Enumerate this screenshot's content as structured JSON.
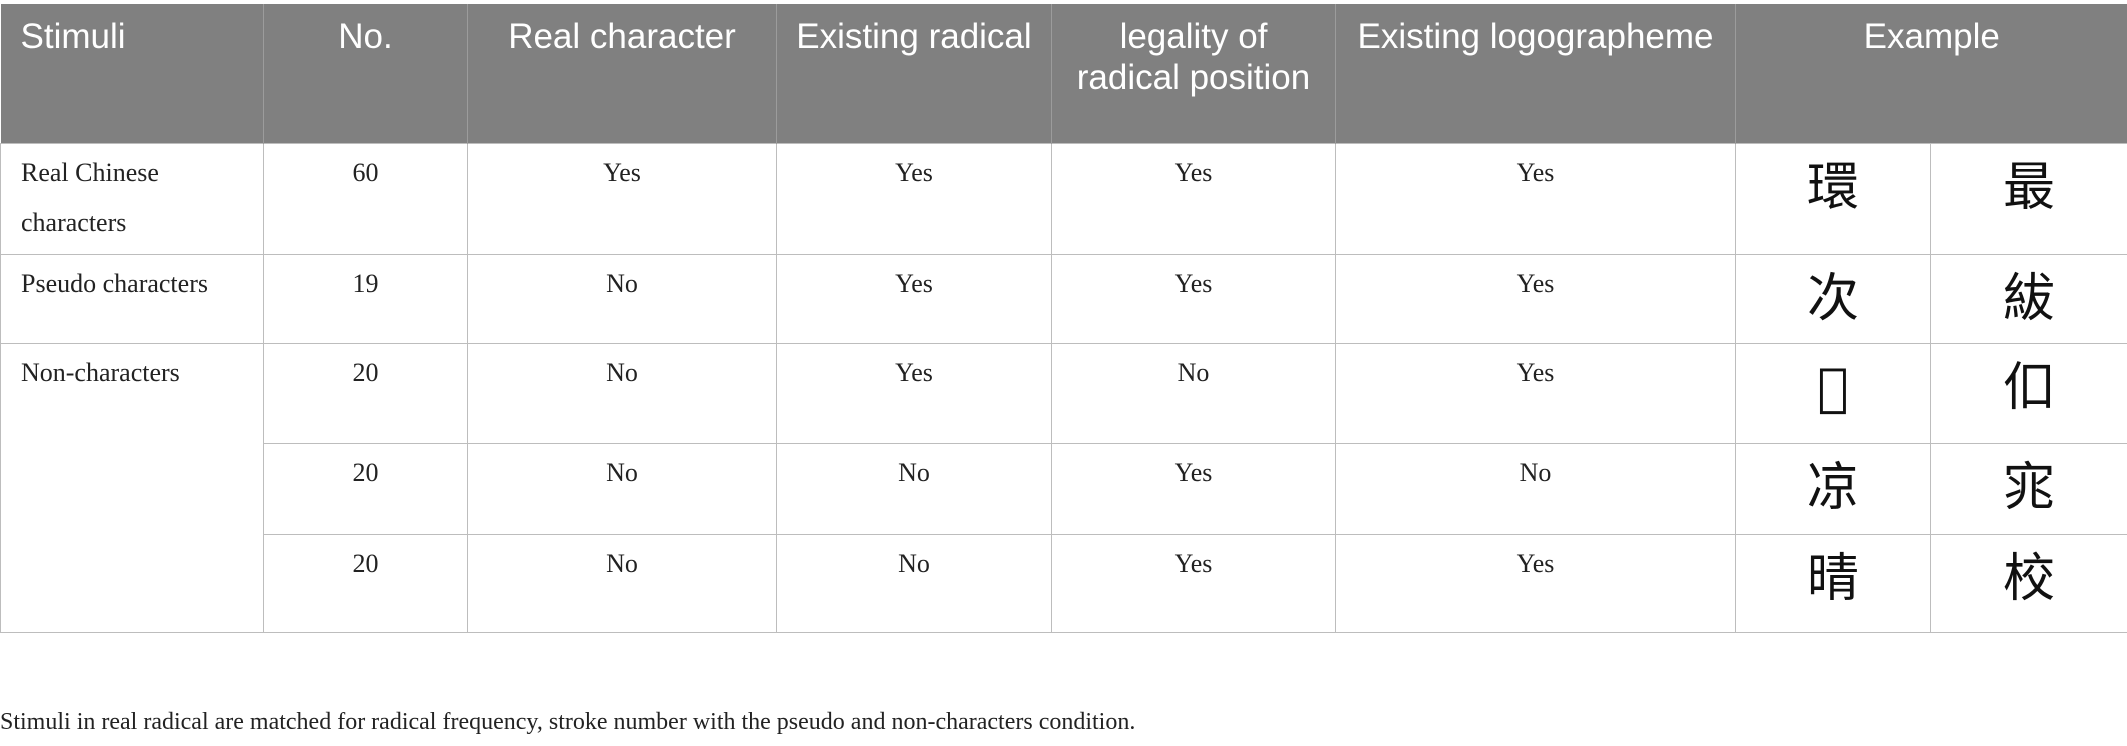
{
  "table": {
    "headers": {
      "stimuli": "Stimuli",
      "no": "No.",
      "real_character": "Real character",
      "existing_radical": "Existing radical",
      "legality": "legality of radical position",
      "existing_logographeme": "Existing logographeme",
      "example": "Example"
    },
    "rows": [
      {
        "stimuli": "Real Chinese characters",
        "no": "60",
        "real_character": "Yes",
        "existing_radical": "Yes",
        "legality": "Yes",
        "existing_logographeme": "Yes",
        "example_1": "環",
        "example_2": "最"
      },
      {
        "stimuli": "Pseudo characters",
        "no": "19",
        "real_character": "No",
        "existing_radical": "Yes",
        "legality": "Yes",
        "existing_logographeme": "Yes",
        "example_1": "次",
        "example_2": "紱"
      },
      {
        "stimuli": "Non-characters",
        "no": "20",
        "real_character": "No",
        "existing_radical": "Yes",
        "legality": "No",
        "existing_logographeme": "Yes",
        "example_1": "𢬍",
        "example_2": "㐰"
      },
      {
        "stimuli": "",
        "no": "20",
        "real_character": "No",
        "existing_radical": "No",
        "legality": "Yes",
        "existing_logographeme": "No",
        "example_1": "凉",
        "example_2": "宨"
      },
      {
        "stimuli": "",
        "no": "20",
        "real_character": "No",
        "existing_radical": "No",
        "legality": "Yes",
        "existing_logographeme": "Yes",
        "example_1": "晴",
        "example_2": "校"
      }
    ]
  },
  "footnote": "Stimuli in real radical are matched for radical frequency, stroke number with the pseudo and non-characters condition."
}
